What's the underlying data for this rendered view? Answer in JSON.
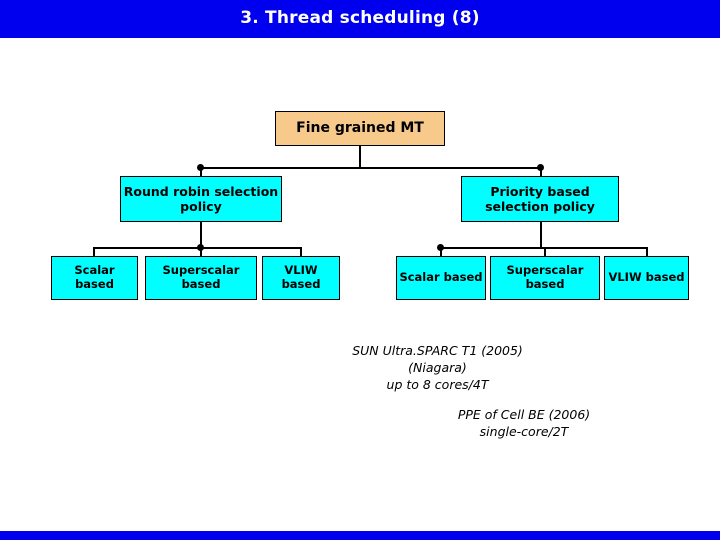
{
  "slide": {
    "title": "3. Thread scheduling (8)",
    "colors": {
      "title_bar": "#0000EE",
      "title_text": "#FFFFFF",
      "root_box": "#F7C98A",
      "node_box": "#00FFFF",
      "line": "#000000"
    }
  },
  "diagram": {
    "root": {
      "label": "Fine grained MT"
    },
    "policies": [
      {
        "label": "Round robin\nselection policy"
      },
      {
        "label": "Priority based\nselection policy"
      }
    ],
    "leaves": [
      {
        "label": "Scalar\nbased"
      },
      {
        "label": "Superscalar\nbased"
      },
      {
        "label": "VLIW\nbased"
      },
      {
        "label": "Scalar\nbased"
      },
      {
        "label": "Superscalar\nbased"
      },
      {
        "label": "VLIW\nbased"
      }
    ]
  },
  "notes": [
    {
      "text": "SUN Ultra.SPARC T1 (2005)\n(Niagara)\nup to 8 cores/4T"
    },
    {
      "text": "PPE of Cell BE (2006)\nsingle-core/2T"
    }
  ]
}
